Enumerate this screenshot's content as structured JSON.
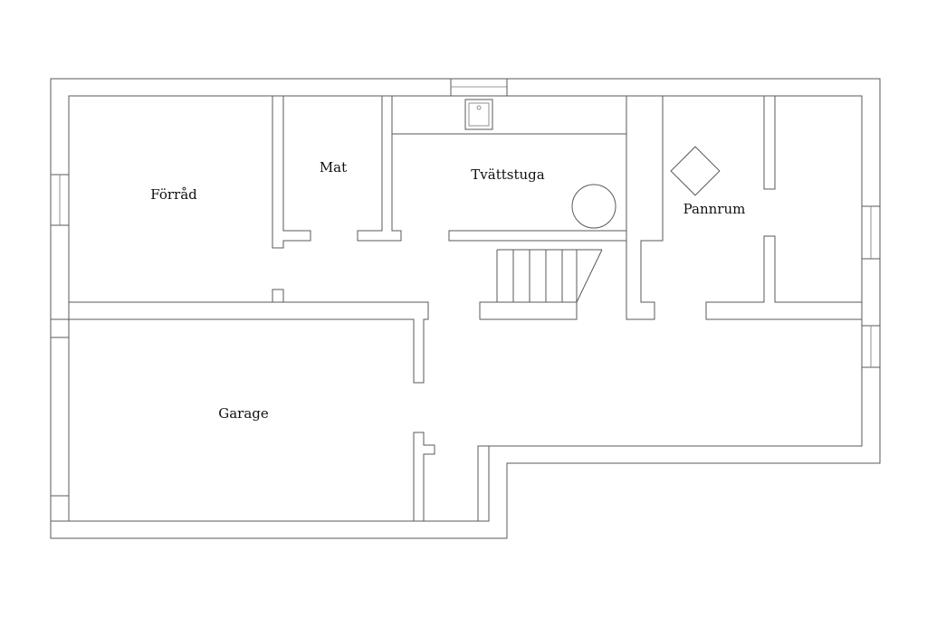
{
  "floor_plan": {
    "rooms": {
      "forrad": "Förråd",
      "mat": "Mat",
      "tvattstuga": "Tvättstuga",
      "pannrum": "Pannrum",
      "garage": "Garage"
    },
    "fixtures": [
      "sink-icon",
      "washing-machine-icon",
      "boiler-icon",
      "staircase"
    ],
    "line_color": "#5a5a5a",
    "background_color": "#ffffff"
  }
}
